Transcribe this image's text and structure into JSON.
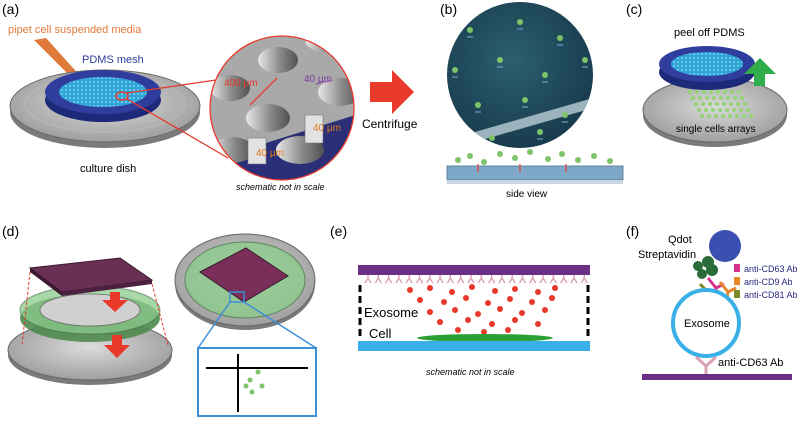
{
  "panels": {
    "a": {
      "letter": "(a)",
      "pipet_label": "pipet cell suspended media",
      "mesh_label": "PDMS mesh",
      "dish_label": "culture dish",
      "dim_diameter": "400 μm",
      "dim_gap": "40 μm",
      "dim_height1": "40 μm",
      "dim_height2": "40 μm",
      "note": "schematic not in scale"
    },
    "b": {
      "letter": "(b)",
      "arrow_label": "Centrifuge",
      "side_label": "side view"
    },
    "c": {
      "letter": "(c)",
      "peel_label": "peel off PDMS",
      "array_label": "single cells arrays"
    },
    "d": {
      "letter": "(d)"
    },
    "e": {
      "letter": "(e)",
      "exosome_label": "Exosome",
      "cell_label": "Cell",
      "note": "schematic not in scale"
    },
    "f": {
      "letter": "(f)",
      "qdot_label": "Qdot",
      "strep_label": "Streptavidin",
      "legend": [
        "anti-CD63 Ab",
        "anti-CD9 Ab",
        "anti-CD81 Ab"
      ],
      "exosome_label": "Exosome",
      "capture_label": "anti-CD63 Ab"
    }
  },
  "colors": {
    "red_arrow": "#e8392a",
    "pipet_orange": "#e07a3a",
    "mesh_blue": "#2f3d9c",
    "dark_teal": "#1f4a5a",
    "green_dot": "#7cc36a",
    "purple_bar": "#6b2f86",
    "panel_blue": "#3b8fd8",
    "cd63_magenta": "#d6338a",
    "cd9_orange": "#e8862a",
    "cd81_olive": "#7a8a2a",
    "qdot_blue": "#3a4fb0"
  }
}
